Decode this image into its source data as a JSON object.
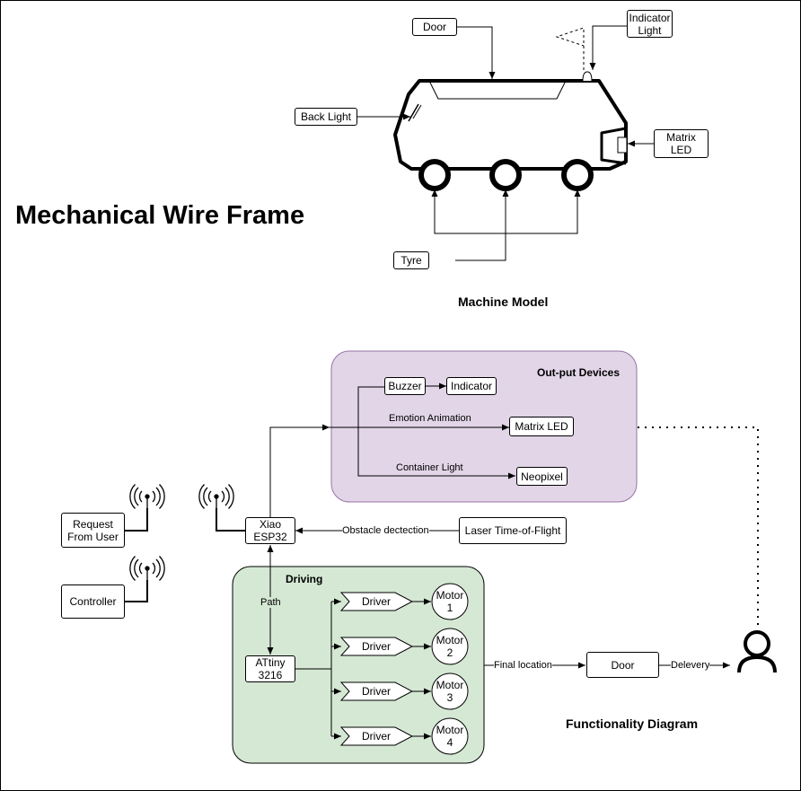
{
  "mechanical": {
    "title": "Mechanical Wire Frame",
    "caption": "Machine Model",
    "labels": {
      "door": "Door",
      "indicator_light": "Indicator\nLight",
      "back_light": "Back Light",
      "matrix_led": "Matrix\nLED",
      "tyre": "Tyre"
    }
  },
  "functionality": {
    "caption": "Functionality Diagram",
    "output_group": {
      "title": "Out-put Devices",
      "fill": "#e1d5e7",
      "buzzer": "Buzzer",
      "indicator": "Indicator",
      "matrix_led": "Matrix LED",
      "neopixel": "Neopixel",
      "emotion_animation": "Emotion Animation",
      "container_light": "Container Light"
    },
    "driving_group": {
      "title": "Driving",
      "fill": "#d5e8d4",
      "path_label": "Path",
      "attiny": "ATtiny\n3216",
      "drivers": [
        "Driver",
        "Driver",
        "Driver",
        "Driver"
      ],
      "motors": [
        "Motor\n1",
        "Motor\n2",
        "Motor\n3",
        "Motor\n4"
      ]
    },
    "xiao": "Xiao\nESP32",
    "request_from_user": "Request\nFrom User",
    "controller": "Controller",
    "laser_tof": "Laser Time-of-Flight",
    "obstacle_detection": "Obstacle dectection",
    "final_location": "Final location",
    "door": "Door",
    "delivery": "Delevery"
  }
}
